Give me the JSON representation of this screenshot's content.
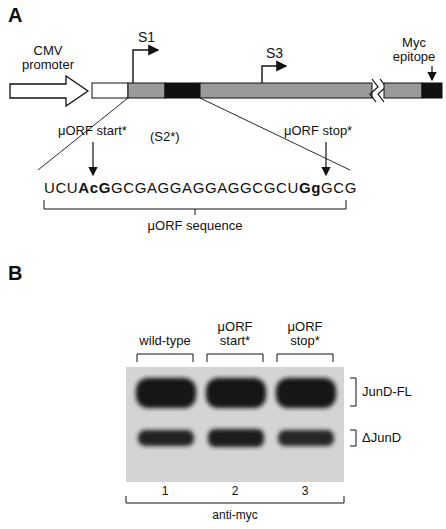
{
  "diagram": {
    "labels": [
      "A",
      "CMV promoter",
      "S1",
      "S3",
      "Myc epitope",
      "μORF start*",
      "(S2*)",
      "μORF stop*",
      "UCUAcGGCGAGGAGGAGGCGCUGgGCG",
      "μORF sequence",
      "B",
      "wild-type",
      "μORF start*",
      "μORF stop*",
      "JunD-FL",
      "ΔJunD",
      "1",
      "2",
      "3",
      "anti-myc"
    ]
  }
}
